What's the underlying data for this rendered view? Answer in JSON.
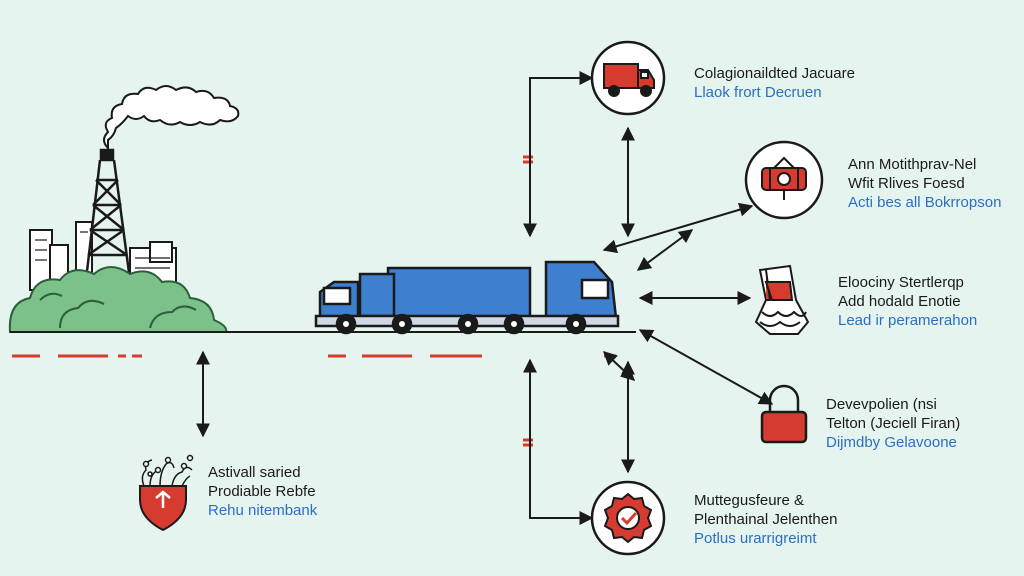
{
  "colors": {
    "background": "#e6f4ef",
    "accent_red": "#d63b2f",
    "truck_blue": "#3f7fcf",
    "tree_green": "#7cc08a",
    "link_blue": "#2a6fc2",
    "line_dark": "#1a1a1a"
  },
  "nodes": [
    {
      "id": "van",
      "icon": "delivery-van-icon",
      "lines": [
        "Colagionaildted Jacuare",
        "Llaok frort Decruen"
      ]
    },
    {
      "id": "drum",
      "icon": "drum-icon",
      "lines": [
        "Ann Motithprav-Nel",
        "Wfit Rlives Foesd",
        "Acti bes all Bokrropson"
      ]
    },
    {
      "id": "fabric",
      "icon": "fabric-icon",
      "lines": [
        "Eloociny Stertlerqp",
        "Add hodald Enotie",
        "Lead ir peramerahon"
      ]
    },
    {
      "id": "lock",
      "icon": "padlock-icon",
      "lines": [
        "Devevpolien (nsi",
        "Telton (Jeciell Firan)",
        "Dijmdby Gelavoone"
      ]
    },
    {
      "id": "badge",
      "icon": "check-badge-icon",
      "lines": [
        "Muttegusfeure &",
        "Plenthainal Jelenthen",
        "Potlus urarrigreimt"
      ]
    },
    {
      "id": "shield",
      "icon": "shield-plant-icon",
      "lines": [
        "Astivall saried",
        "Prodiable Rebfe",
        "Rehu nitembank"
      ]
    }
  ]
}
